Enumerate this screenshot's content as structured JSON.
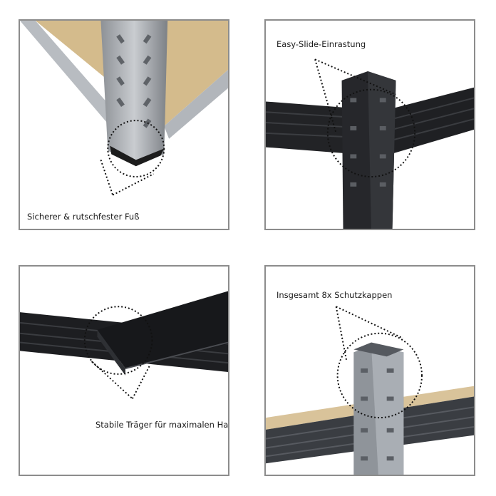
{
  "panels": [
    {
      "caption": "Sicherer & rutschfester Fuß",
      "icon": "shelf-foot-closeup"
    },
    {
      "caption": "Easy-Slide-Einrastung",
      "icon": "beam-connection-closeup"
    },
    {
      "caption": "Stabile Träger für maximalen Halt",
      "icon": "support-beam-closeup"
    },
    {
      "caption": "Insgesamt 8x Schutzkappen",
      "icon": "protective-cap-closeup"
    }
  ],
  "colors": {
    "border": "#8c8c8c",
    "metal_grey": "#9fa3a8",
    "metal_black": "#1e1f22",
    "board": "#d9c39a"
  }
}
